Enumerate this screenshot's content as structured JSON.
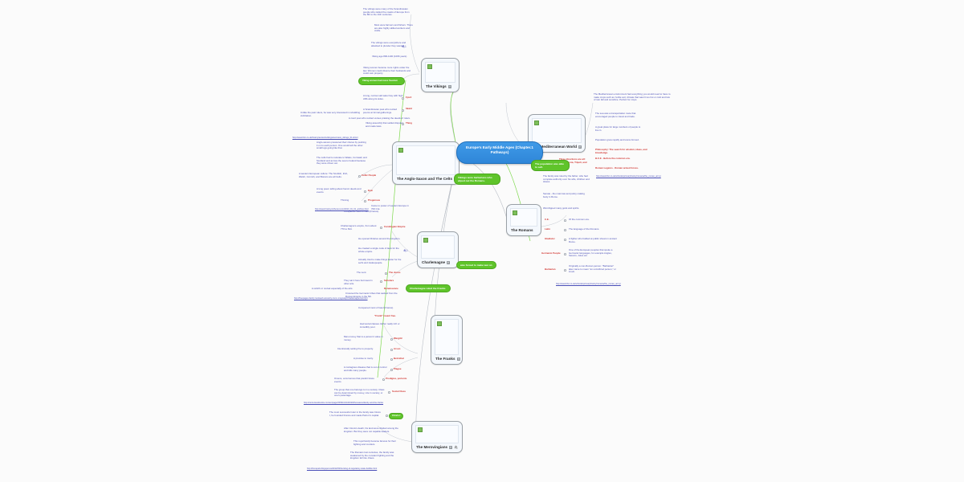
{
  "map": {
    "title": "Europe's Early Middle Ages (Chapter.1 Pathways)",
    "accent_blue": "#2f86d8",
    "accent_green": "#5fc42a",
    "leaf_blue": "#4a4fb8",
    "leaf_red": "#d0332e"
  },
  "center": {
    "label": "Europe's Early Middle Ages\n(Chapter.1 Pathways)"
  },
  "topics": [
    {
      "id": "vikings",
      "label": "The Vikings",
      "icons": [
        "image-placeholder",
        "note-icon"
      ]
    },
    {
      "id": "anglo",
      "label": "The Anglo-Saxon and The Celts",
      "icons": [
        "image-placeholder",
        "note-icon"
      ]
    },
    {
      "id": "mediterranean",
      "label": "The Mediterranean World",
      "icons": [
        "image-placeholder",
        "note-icon"
      ]
    },
    {
      "id": "romans",
      "label": "The Romans",
      "icons": [
        "image-placeholder"
      ]
    },
    {
      "id": "charlemagne",
      "label": "Charlemagne",
      "icons": [
        "image-placeholder",
        "note-icon"
      ]
    },
    {
      "id": "franks",
      "label": "The Franks",
      "icons": [
        "image-placeholder",
        "note-icon"
      ]
    },
    {
      "id": "merovingians",
      "label": "The Merovingians",
      "icons": [
        "image-placeholder",
        "note-icon",
        "attachment-icon"
      ]
    }
  ],
  "callouts": [
    {
      "id": "barbarians",
      "text": "Vikings were barbarians who wiped out the Romans."
    },
    {
      "id": "population",
      "text": "The population was able to sell."
    },
    {
      "id": "charlemagne-franks",
      "text": "Charlemagne ruled the Franks"
    },
    {
      "id": "charlemagne-rome",
      "text": "was forced to make war on"
    },
    {
      "id": "viking-highlight",
      "text": "Viking women had more freedom"
    },
    {
      "id": "med-green",
      "text": "The population was able to sell"
    }
  ],
  "vikings": {
    "notes": [
      "The vikings were many of the Scandinavian people who raided the coasts of Europe from the 8th to the 11th centuries.",
      "Most were farmers and fishers. There are also highly skilled workers and crafts.",
      "The vikings were everywhere and attacked to plunder they wanted.",
      "Viking age 800-1100 (1066 years)",
      "Viking women became more rights under the law. Women could divorce their husbands and could own property.",
      "Viking women had more freedom, women could divorce their husbands and own property.",
      "A long, narrow salt water bay with high cliffs along its sides.",
      "A Scandinavian poet who recited poems at formal gatherings.",
      "Unlike the past rulers, he was very interested in rebuilding civilization.",
      "A court poet who recited verses praising the deeds of rulers."
    ],
    "terms": [
      {
        "term": "Fjord",
        "def": "A long, narrow salt water bay with high cliffs along its sides."
      },
      {
        "term": "Skald",
        "def": "A Scandinavian poet who recited poems at formal gatherings."
      },
      {
        "term": "Thing",
        "def": "Viking assembly that settled disputes and made laws."
      }
    ],
    "source": "http://www.bbc.co.uk/history/ancient/vikings/overview_vikings_01.shtml"
  },
  "anglo": {
    "notes": [
      "Anglo-saxons pressured their shores by pushing it on to each person. One would tell the other small logs going like that.",
      "The celts had to relocate to Wales, Cornwall, and Scotland and across the sea to Ireland because they were driven out.",
      "A western European culture: The Scottish, Irish, Welsh, Cornish, and Bretons are all Celts.",
      "A long poem telling about heroic deeds and events.",
      "Came to power of western Europe in 700 C.E."
    ],
    "terms": [
      {
        "term": "Celtic People",
        "def": "A western European culture: The Scottish, Irish, Welsh, Cornish, and Bretons are all Celts."
      },
      {
        "term": "Epic",
        "def": "A long poem telling about heroic deeds and events."
      },
      {
        "term": "Progenous",
        "def": "Came to power of western Europe in 700 C.E."
      },
      {
        "term": "Thriving",
        "def": ""
      }
    ],
    "source": "http://www.historyonthenet.com/2013_01_01_archive.html"
  },
  "mediterranean": {
    "notes": [
      "The Mediterranean environment had everything you would need to have to make crops such as: fertile soil, climate that wasn't too hot or cold and lots of rain fall and sunshine. Perfect for crops.",
      "The sea was a transportation route that encouraged people to travel and trade.",
      "A great place for large numbers of people to live in.",
      "Population grew rapidly and towns formed.",
      "Philosophy: The search for wisdom, ideas, and knowledge.",
      "B.C.E - Before the common era.",
      "Roman Legions - Roman armed forces."
    ],
    "terms": [
      {
        "term": "Philosophy",
        "def": "The search for wisdom, ideas, and knowledge"
      },
      {
        "term": "B.C.E.",
        "def": "Before the common era"
      },
      {
        "term": "Roman Legions",
        "def": "Roman armed forces"
      }
    ],
    "highlight": "Three directions are all: three: Persia, Tripoli, and Balearic."
  },
  "romans": {
    "notes": [
      "The family was ruled by the father, who had complete authority over his wife, children and slaves.",
      "Senate - the main law and policy making body in Rome.",
      "Worshipped many gods and spirits."
    ],
    "terms": [
      {
        "term": "C.E.",
        "def": "Of the common era."
      },
      {
        "term": "Latin",
        "def": "The language of the Romans."
      },
      {
        "term": "Gladiator",
        "def": "A fighter who battled at public shows in ancient Rome."
      },
      {
        "term": "Germanic People",
        "def": "One of the European peoples that spoke a Germanic languages, for example Angles, Saxons, Jutes etc."
      },
      {
        "term": "Barbarian",
        "def": "Originally a non-Roman person. \"Barbarian\" later came to mean \"an uncivilized person,\" or insult."
      }
    ],
    "source": "http://www.bbc.co.uk/schools/primaryhistory/romans/the_roman_army/"
  },
  "charlemagne": {
    "notes": [
      "Charlemagne's empire, from about 770 to 814.",
      "He opened libraries around the kingdom.",
      "He created a single code of laws for the whole empire.",
      "Actually tried to make things better for the serfs and tradespeople.",
      "The Lent.",
      "They sat it here but travel in other arts.",
      "A rebirth or revival especially of the arts.",
      "Crowned the Germanic tribes that sacked from the Roman Empire in the 5th.",
      "Conquered most of Gaul (France).",
      "\"Frank\" meant free.",
      "Had social classes. Either really rich or incredibly poor."
    ],
    "terms": [
      {
        "term": "Carolingian Empire",
        "def": "Charlemagne's empire, from about 770 to 814."
      },
      {
        "term": "The clerus",
        "def": "The Lent."
      },
      {
        "term": "Scholars",
        "def": "They sat it here but travel in other arts."
      },
      {
        "term": "Renaissance",
        "def": "A rebirth or revival especially of the arts."
      }
    ],
    "source": "http://freepages.family.rootsweb.ancestry.com/~mogrealy/Charlemagne.bio.html"
  },
  "franks": {
    "notes": [
      "Man-money that is a person's value in money.",
      "Intentionally setting fire to property.",
      "A promise to marry.",
      "A contagious disease that is out of control and kills many people.",
      "Omens, occurrences that predict future events.",
      "The group that one belongs to in a society. Class can be determined by money, role in society, or one's parentage."
    ],
    "terms": [
      {
        "term": "Wergild",
        "def": "Man-money that is a person's value in money."
      },
      {
        "term": "Arson",
        "def": "Intentionally setting fire to property."
      },
      {
        "term": "Betrothal",
        "def": "A promise to marry."
      },
      {
        "term": "Plague",
        "def": "A contagious disease that is out of control and kills many people."
      },
      {
        "term": "Prodigies, portents",
        "def": "Omens, occurrences that predict future events."
      },
      {
        "term": "Social Class",
        "def": "The group that one belongs to in a society."
      }
    ],
    "source": "http://centuriesofsocks.com/en/page/150941/1441620/thenearestfamily-and-the-franks"
  },
  "merovingians": {
    "notes": [
      "The most successful ruler in the family was Clovis I, he founded France and made Paris it's capital.",
      "After Clovis's death, his land were divided among the kingdom. But they were not capable leaders.",
      "This royal family became famous for their fighting and murders.",
      "The Romans lost centuries, the family was weakened by the constant fighting and the kingdom fell into chaos."
    ],
    "terms": [
      {
        "term": "Clovis I",
        "def": "The most successful ruler in the family was Clovis I."
      }
    ],
    "source": "http://bonepels.blogspot.ca/2012/03/bursting-of-regulatory-state-bubble.html"
  }
}
